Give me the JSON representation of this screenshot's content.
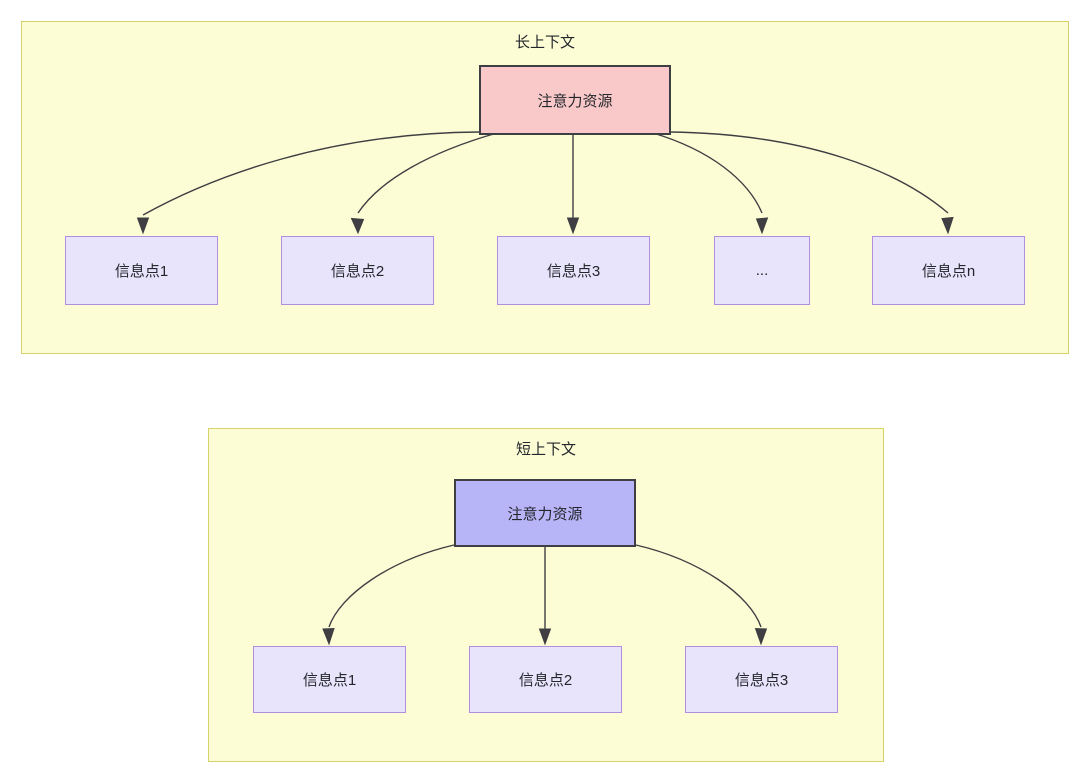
{
  "diagram": {
    "type": "attention-allocation-diagram",
    "groups": [
      {
        "id": "long-context",
        "title": "长上下文",
        "root": {
          "label": "注意力资源",
          "fill": "#f9c9c9",
          "border": "#3f3f43"
        },
        "leaves": [
          {
            "label": "信息点1"
          },
          {
            "label": "信息点2"
          },
          {
            "label": "信息点3"
          },
          {
            "label": "..."
          },
          {
            "label": "信息点n"
          }
        ],
        "edge_count": 5
      },
      {
        "id": "short-context",
        "title": "短上下文",
        "root": {
          "label": "注意力资源",
          "fill": "#b7b5f7",
          "border": "#3f3f43"
        },
        "leaves": [
          {
            "label": "信息点1"
          },
          {
            "label": "信息点2"
          },
          {
            "label": "信息点3"
          }
        ],
        "edge_count": 3
      }
    ],
    "colors": {
      "container_fill": "#fdfdd5",
      "container_border": "#d6d16a",
      "leaf_fill": "#e8e4fb",
      "leaf_border": "#b28ee0",
      "edge": "#3f3f43",
      "text": "#23262c"
    }
  }
}
